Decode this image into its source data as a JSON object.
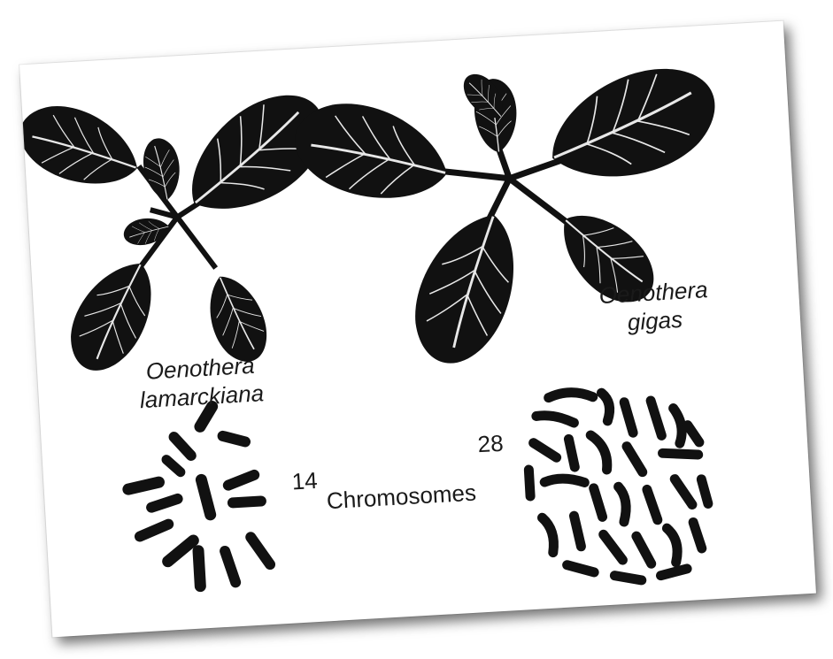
{
  "species": {
    "left": {
      "genus": "Oenothera",
      "epithet": "lamarckiana"
    },
    "right": {
      "genus": "Oenothera",
      "epithet": "gigas"
    }
  },
  "counts": {
    "left": "14",
    "right": "28",
    "unit": "Chromosomes"
  },
  "colors": {
    "ink": "#111111",
    "vein": "#e8e8e8",
    "card": "#ffffff"
  }
}
